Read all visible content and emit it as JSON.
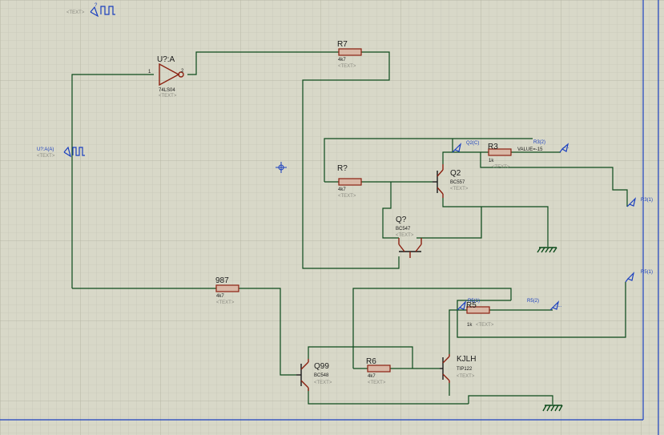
{
  "schematic": {
    "colors": {
      "background": "#d8d8c8",
      "grid_minor": "#c2c2b2",
      "grid_major": "#b0b0a0",
      "wire": "#0b4a1a",
      "resistor_fill": "#d9b8a6",
      "resistor_stroke": "#8b2010",
      "terminal": "#1a3fbf",
      "frame": "#1a3fbf"
    },
    "placeholder": "<TEXT>",
    "clock1": {
      "ref": "?",
      "text": "<TEXT>"
    },
    "clock2": {
      "ref": "U?:A(A)",
      "text": "<TEXT>"
    },
    "u1": {
      "ref": "U?:A",
      "pin_in": "1",
      "pin_out": "2",
      "part": "74LS04"
    },
    "r7": {
      "ref": "R7",
      "value": "4k7"
    },
    "rq": {
      "ref": "R?",
      "value": "4k7"
    },
    "q2": {
      "ref": "Q2",
      "part": "BC557"
    },
    "qq": {
      "ref": "Q?",
      "part": "BC547"
    },
    "r3": {
      "ref": "R3",
      "value": "1k",
      "param": "VALUE=-15"
    },
    "r987": {
      "ref": "987",
      "value": "4k7"
    },
    "q99": {
      "ref": "Q99",
      "part": "BC548"
    },
    "r6": {
      "ref": "R6",
      "value": "4k7"
    },
    "kjlh": {
      "ref": "KJLH",
      "part": "TIP122"
    },
    "r5": {
      "ref": "R5",
      "value": "1k"
    },
    "probes": {
      "q2c": "Q2(C)",
      "r3_2": "R3(2)",
      "r3_1": "R3(1)",
      "r5_1": "R5(1)",
      "r5_1b": "R5(1)",
      "r5_2": "R5(2)",
      "dots": "....."
    }
  }
}
